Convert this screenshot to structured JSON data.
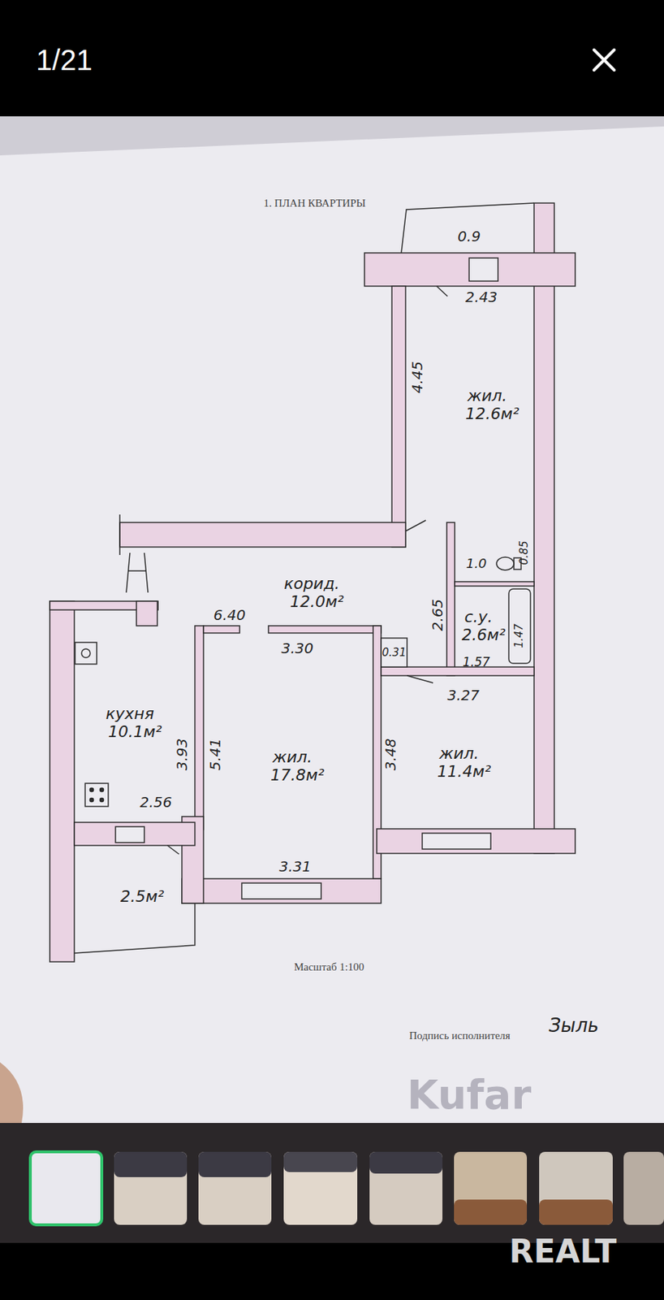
{
  "diagram": {
    "title": "1. ПЛАН КВАРТИРЫ",
    "nodes": [
      {
        "text": [
          "жил.",
          "12.6м²"
        ]
      },
      {
        "text": [
          "корид.",
          "12.0м²"
        ]
      },
      {
        "text": [
          "с.у.",
          "2.6м²"
        ]
      },
      {
        "text": [
          "кухня",
          "10.1м²"
        ]
      },
      {
        "text": [
          "жил.",
          "17.8м²"
        ]
      },
      {
        "text": [
          "жил.",
          "11.4м²"
        ]
      },
      {
        "text": [
          "2.5м²"
        ]
      }
    ],
    "labels": [
      "1/21",
      "0.9",
      "2.43",
      "4.45",
      "1.0",
      "0.85",
      "6.40",
      "2.65",
      "1.47",
      "3.30",
      "0.31",
      "1.57",
      "3.27",
      "3.93",
      "5.41",
      "3.48",
      "2.56",
      "3.31",
      "Масштаб 1:100",
      "Подпись исполнителя",
      "Зыль",
      "Kufar",
      "REALT"
    ]
  }
}
